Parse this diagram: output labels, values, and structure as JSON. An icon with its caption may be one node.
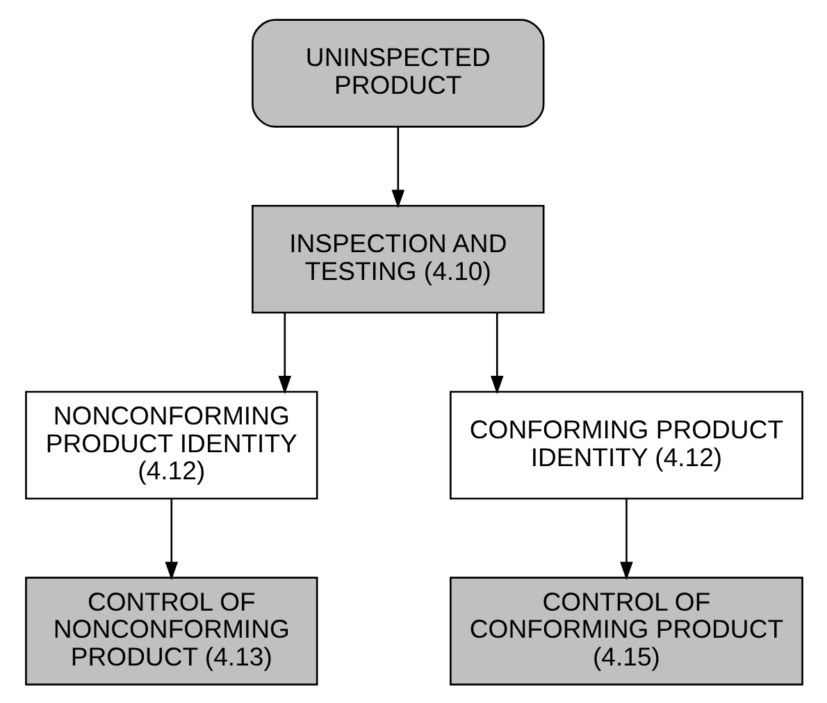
{
  "diagram": {
    "nodes": [
      {
        "text": [
          "UNINSPECTED PRODUCT"
        ]
      },
      {
        "text": [
          "INSPECTION AND TESTING (4.10)"
        ]
      },
      {
        "text": [
          "NONCONFORMING PRODUCT IDENTITY (4.12)"
        ]
      },
      {
        "text": [
          "CONFORMING PRODUCT IDENTITY (4.12)"
        ]
      },
      {
        "text": [
          "CONTROL OF NONCONFORMING PRODUCT (4.13)"
        ]
      },
      {
        "text": [
          "CONTROL OF CONFORMING PRODUCT (4.15)"
        ]
      }
    ],
    "edges": [
      {
        "from": 0,
        "to": 1,
        "arrow": "to"
      },
      {
        "from": 1,
        "to": 2,
        "arrow": "to"
      },
      {
        "from": 1,
        "to": 3,
        "arrow": "to"
      },
      {
        "from": 2,
        "to": 4,
        "arrow": "to"
      },
      {
        "from": 3,
        "to": 5,
        "arrow": "to"
      }
    ]
  }
}
